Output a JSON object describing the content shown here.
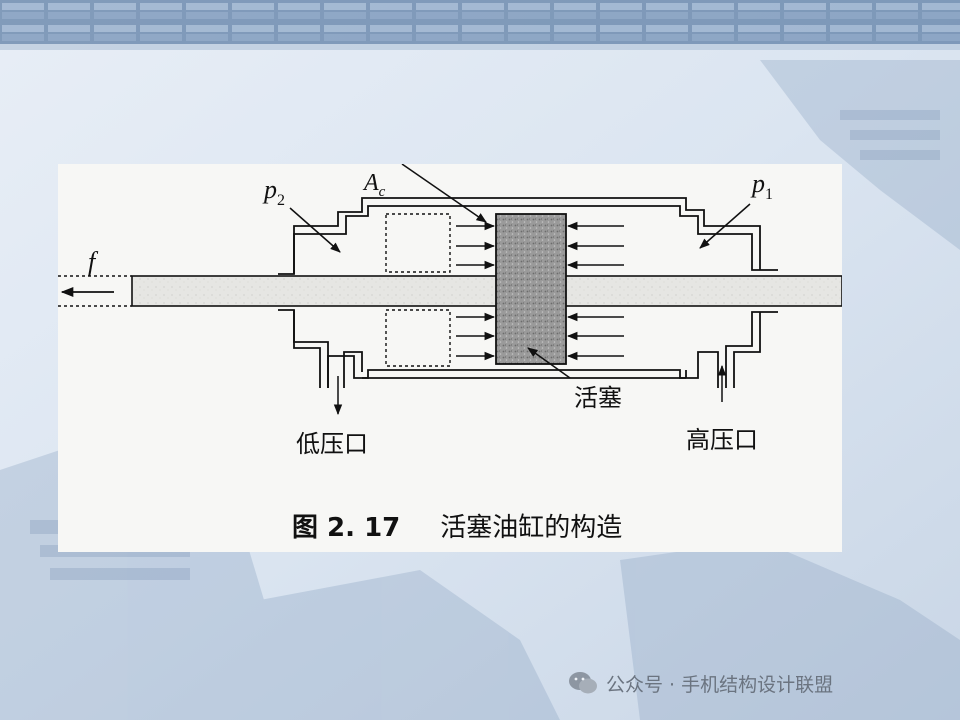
{
  "diagram": {
    "labels": {
      "p2_base": "p",
      "p2_sub": "2",
      "p1_base": "p",
      "p1_sub": "1",
      "ac_base": "A",
      "ac_sub": "c",
      "force": "f",
      "piston": "活塞",
      "low_port": "低压口",
      "high_port": "高压口"
    },
    "caption": {
      "number": "图 2. 17",
      "title": "活塞油缸的构造"
    }
  },
  "watermark": {
    "text": "公众号 · 手机结构设计联盟"
  },
  "colors": {
    "slide_background": "#dfe8f3",
    "figure_background": "#f7f7f5",
    "ink": "#111111",
    "piston_fill": "#9a9a9a",
    "rod_fill": "#e6e6e3"
  }
}
